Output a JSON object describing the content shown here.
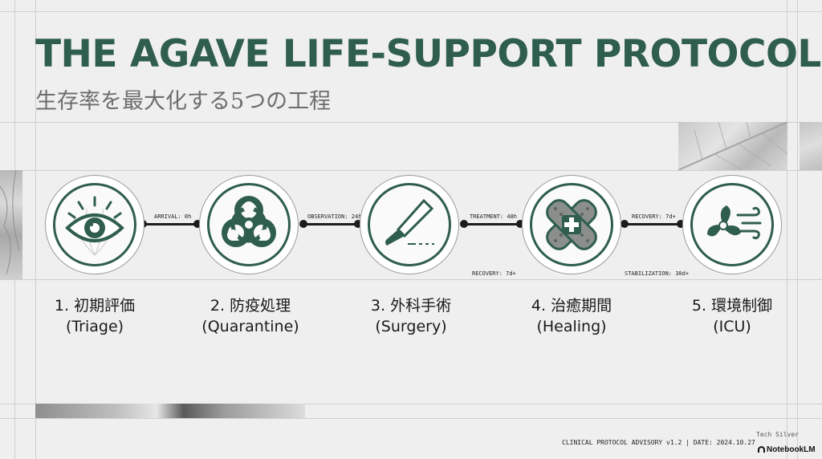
{
  "header": {
    "title": "THE AGAVE LIFE-SUPPORT PROTOCOL",
    "subtitle": "生存率を最大化する5つの工程"
  },
  "steps": [
    {
      "line1": "1. 初期評価",
      "line2": "(Triage)",
      "icon": "eye-icon"
    },
    {
      "line1": "2. 防疫処理",
      "line2": "(Quarantine)",
      "icon": "biohazard-icon"
    },
    {
      "line1": "3. 外科手術",
      "line2": "(Surgery)",
      "icon": "scalpel-icon"
    },
    {
      "line1": "4. 治癒期間",
      "line2": "(Healing)",
      "icon": "bandage-icon"
    },
    {
      "line1": "5. 環境制御",
      "line2": "(ICU)",
      "icon": "fan-icon"
    }
  ],
  "connectors": [
    {
      "top_label": "ARRIVAL: 0h",
      "bottom_label": ""
    },
    {
      "top_label": "OBSERVATION: 24h",
      "bottom_label": ""
    },
    {
      "top_label": "TREATMENT: 48h",
      "bottom_label": "RECOVERY: 7d+"
    },
    {
      "top_label": "RECOVERY: 7d+",
      "bottom_label": "STABILIZATION: 30d+"
    }
  ],
  "footer": {
    "author": "Tech Silver",
    "advisory": "CLINICAL PROTOCOL ADVISORY v1.2 | DATE: 2024.10.27",
    "brand": "NotebookLM"
  },
  "colors": {
    "accent": "#2f5e4e",
    "background": "#efefef",
    "line": "#1c1c1c"
  }
}
